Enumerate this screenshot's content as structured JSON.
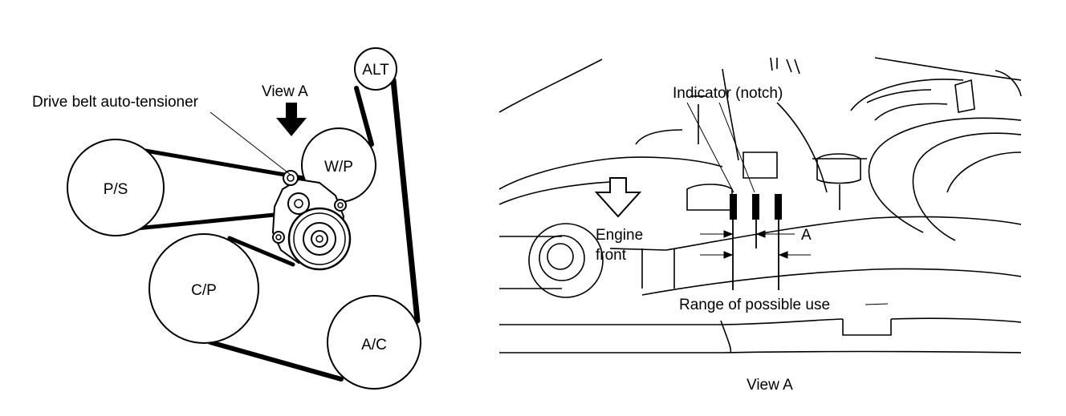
{
  "left_diagram": {
    "view_a_label": "View A",
    "tensioner_label": "Drive belt auto-tensioner",
    "pulleys": {
      "alt": "ALT",
      "wp": "W/P",
      "ps": "P/S",
      "cp": "C/P",
      "ac": "A/C"
    }
  },
  "right_diagram": {
    "indicator_label": "Indicator (notch)",
    "engine_front_line1": "Engine",
    "engine_front_line2": "front",
    "a_label": "A",
    "range_label": "Range of possible use",
    "caption": "View A"
  }
}
